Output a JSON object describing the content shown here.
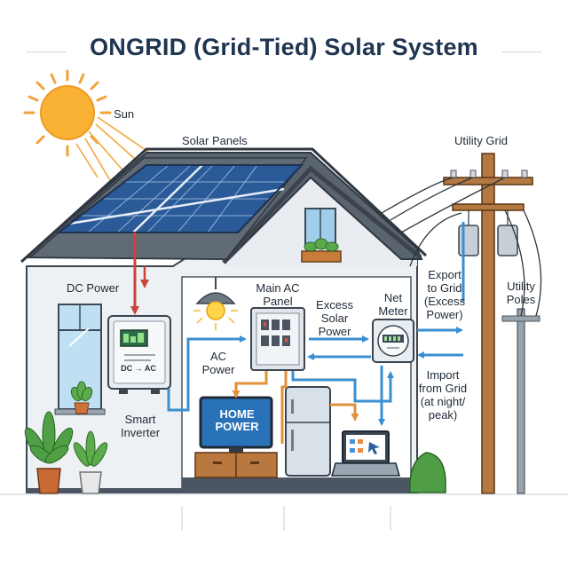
{
  "title": "ONGRID (Grid-Tied) Solar System",
  "labels": {
    "sun": "Sun",
    "solar_panels": "Solar Panels",
    "utility_grid": "Utility Grid",
    "dc_power": "DC Power",
    "main_ac_panel": [
      "Main AC",
      "Panel"
    ],
    "excess_solar_power": [
      "Excess",
      "Solar",
      "Power"
    ],
    "net_meter": [
      "Net",
      "Meter"
    ],
    "export_to_grid": [
      "Export",
      "to Grid",
      "(Excess",
      "Power)"
    ],
    "utility_poles": [
      "Utility",
      "Poles"
    ],
    "ac_power": [
      "AC",
      "Power"
    ],
    "import_from_grid": [
      "Import",
      "from Grid",
      "(at night/",
      "peak)"
    ],
    "smart_inverter": [
      "Smart",
      "Inverter"
    ],
    "inverter_display": "DC → AC",
    "tv_screen": [
      "HOME",
      "POWER"
    ]
  },
  "colors": {
    "flow_blue": "#3a8fd0",
    "dc_red": "#c9453a",
    "load_orange": "#e0913a",
    "panel_blue": "#2d63a8",
    "roof": "#55606b",
    "title": "#1f3550"
  }
}
